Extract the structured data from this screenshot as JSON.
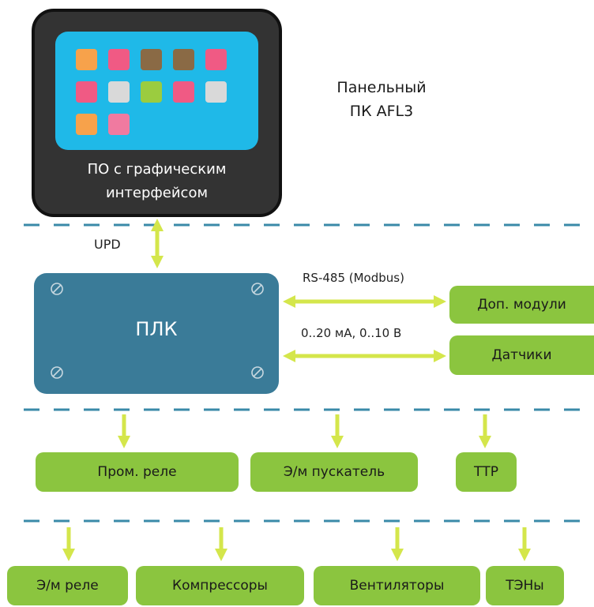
{
  "colors": {
    "green": "#8bc53f",
    "arrow_green": "#d4e64b",
    "plc_blue": "#3a7b98",
    "screen_cyan": "#1fb9e8",
    "panel_dark": "#333333",
    "dash": "#3a8aa8"
  },
  "panel": {
    "title_line1": "Панельный",
    "title_line2": "ПК AFL3",
    "caption_line1": "ПО с графическим",
    "caption_line2": "интерфейсом",
    "app_tiles": [
      "#f7a24b",
      "#f05a84",
      "#8a6a45",
      "#8a6a45",
      "#f05a84",
      "#f05a84",
      "#d9d9d9",
      "#9bcc3f",
      "#f05a84",
      "#d9d9d9",
      "#f7a24b",
      "#f07aa0"
    ]
  },
  "links": {
    "upd": "UPD",
    "rs485": "RS-485 (Modbus)",
    "analog": "0..20 мА, 0..10 В"
  },
  "plc": {
    "label": "ПЛК"
  },
  "right_modules": {
    "extra": "Доп. модули",
    "sensors": "Датчики"
  },
  "level1": {
    "relay": "Пром. реле",
    "starter": "Э/м пускатель",
    "ssr": "ТТР"
  },
  "level2": {
    "em_relay": "Э/м реле",
    "compressors": "Компрессоры",
    "fans": "Вентиляторы",
    "heaters": "ТЭНы"
  }
}
